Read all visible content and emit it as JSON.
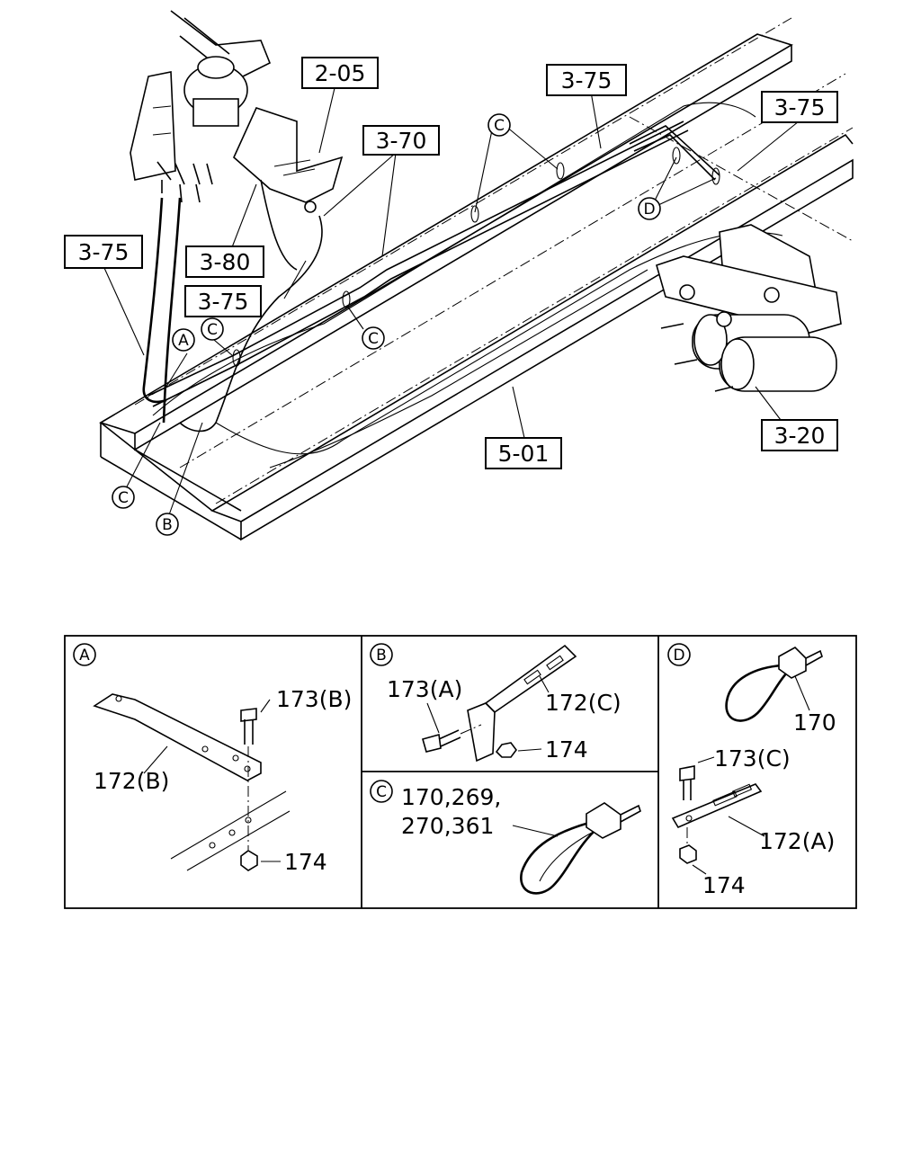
{
  "refs": {
    "r205": "2-05",
    "r375_top": "3-75",
    "r375_right": "3-75",
    "r370": "3-70",
    "r375_left": "3-75",
    "r380": "3-80",
    "r375_mid": "3-75",
    "r320": "3-20",
    "r501": "5-01"
  },
  "callouts": {
    "A": "A",
    "B": "B",
    "C": "C",
    "D": "D"
  },
  "detail_A": {
    "letter": "A",
    "p173b": "173(B)",
    "p172b": "172(B)",
    "p174": "174"
  },
  "detail_B": {
    "letter": "B",
    "p173a": "173(A)",
    "p172c": "172(C)",
    "p174": "174"
  },
  "detail_C": {
    "letter": "C",
    "parts_line1": "170,269,",
    "parts_line2": "270,361"
  },
  "detail_D": {
    "letter": "D",
    "p170": "170",
    "p173c": "173(C)",
    "p172a": "172(A)",
    "p174": "174"
  }
}
